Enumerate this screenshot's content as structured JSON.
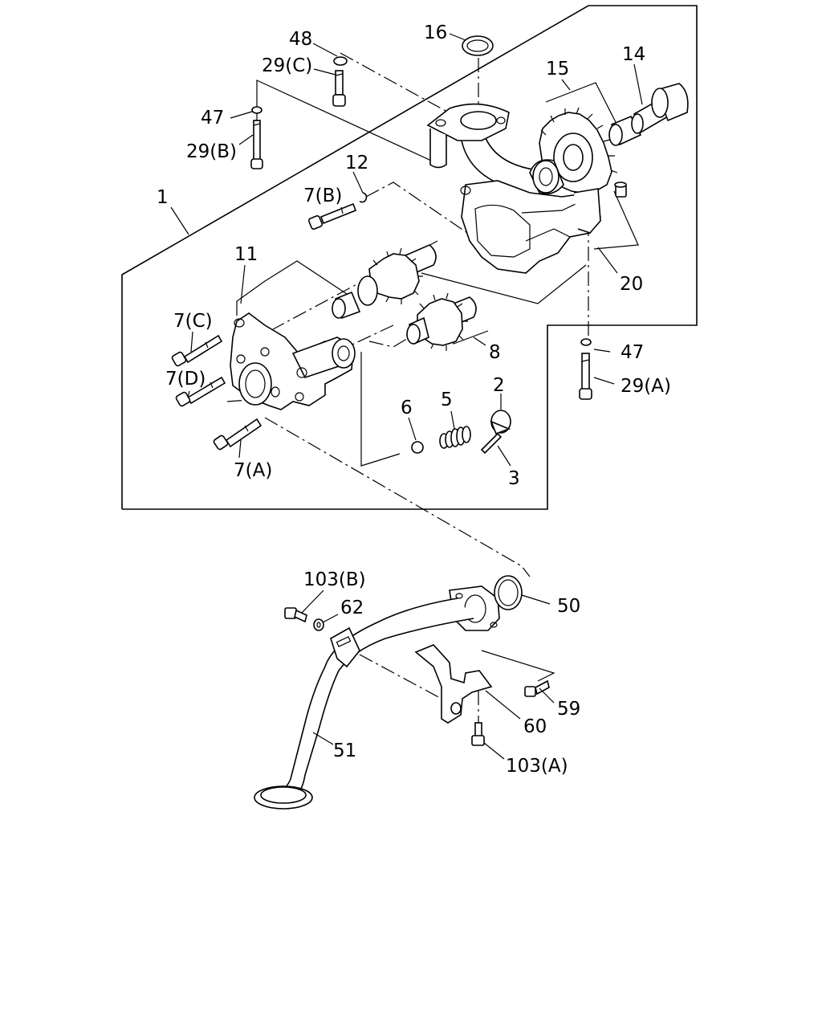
{
  "callouts": {
    "c1": "1",
    "c2": "2",
    "c3": "3",
    "c5": "5",
    "c6": "6",
    "c7a": "7(A)",
    "c7b": "7(B)",
    "c7c": "7(C)",
    "c7d": "7(D)",
    "c8": "8",
    "c11": "11",
    "c12": "12",
    "c14": "14",
    "c15": "15",
    "c16": "16",
    "c20": "20",
    "c29a": "29(A)",
    "c29b": "29(B)",
    "c29c": "29(C)",
    "c47a": "47",
    "c47b": "47",
    "c48": "48",
    "c50": "50",
    "c51": "51",
    "c59": "59",
    "c60": "60",
    "c62": "62",
    "c103a": "103(A)",
    "c103b": "103(B)"
  }
}
